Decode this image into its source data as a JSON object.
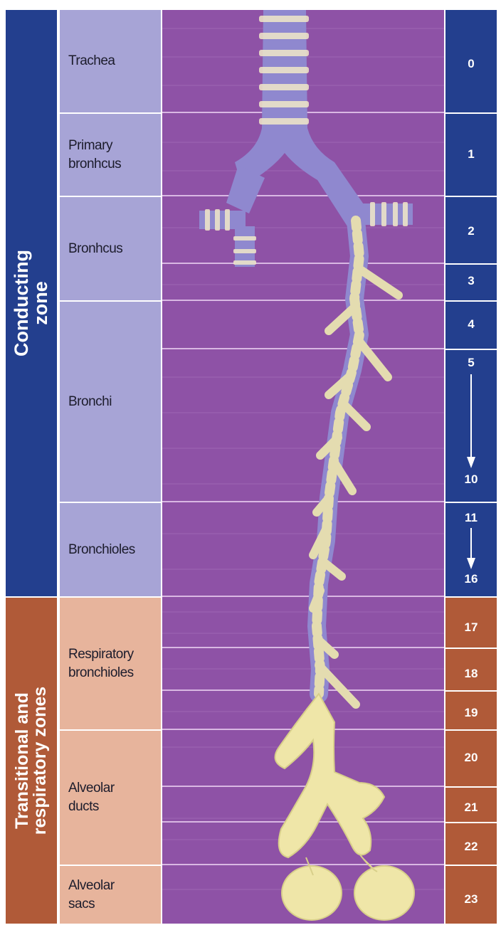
{
  "zones": [
    {
      "id": "conducting",
      "lines": [
        "Conducting",
        "zone"
      ],
      "color": "#233f8e"
    },
    {
      "id": "respiratory",
      "lines": [
        "Transitional and",
        "respiratory zones"
      ],
      "color": "#b05a38"
    }
  ],
  "structures": [
    {
      "id": "trachea",
      "lines": [
        "Trachea"
      ]
    },
    {
      "id": "primary-bronchus",
      "lines": [
        "Primary",
        "bronhcus"
      ]
    },
    {
      "id": "bronchus",
      "lines": [
        "Bronhcus"
      ]
    },
    {
      "id": "bronchi",
      "lines": [
        "Bronchi"
      ]
    },
    {
      "id": "bronchioles",
      "lines": [
        "Bronchioles"
      ]
    },
    {
      "id": "respiratory-bronchioles",
      "lines": [
        "Respiratory",
        "bronchioles"
      ]
    },
    {
      "id": "alveolar-ducts",
      "lines": [
        "Alveolar",
        "ducts"
      ]
    },
    {
      "id": "alveolar-sacs",
      "lines": [
        "Alveolar",
        "sacs"
      ]
    }
  ],
  "generations": [
    "0",
    "1",
    "2",
    "3",
    "4",
    "5",
    "10",
    "11",
    "16",
    "17",
    "18",
    "19",
    "20",
    "21",
    "22",
    "23"
  ],
  "colors": {
    "conducting_dark": "#233f8e",
    "conducting_light": "#a7a4d6",
    "respiratory_dark": "#b05a38",
    "respiratory_light": "#e7b49c",
    "airway_background": "#8e52a6",
    "airway_lines": "#cfaedc",
    "cartilage_ring": "#f1e9c9",
    "airway_wall": "#8f88cf",
    "alveolar_tissue": "#efe6a8"
  }
}
